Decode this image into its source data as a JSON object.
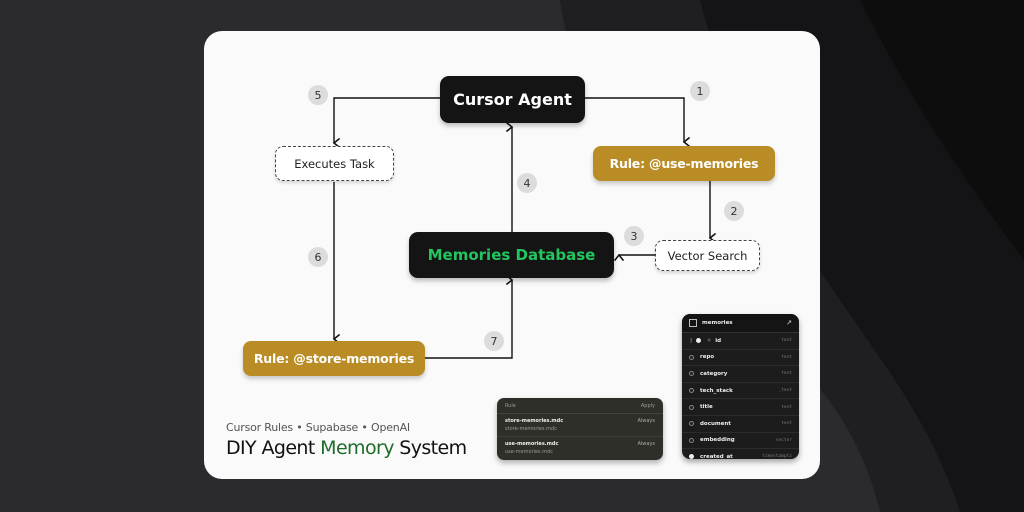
{
  "diagram": {
    "nodes": {
      "cursor_agent": "Cursor Agent",
      "executes_task": "Executes Task",
      "use_memories_rule": "Rule: @use-memories",
      "vector_search": "Vector Search",
      "memories_database": "Memories Database",
      "store_memories_rule": "Rule: @store-memories"
    },
    "steps": [
      "1",
      "2",
      "3",
      "4",
      "5",
      "6",
      "7"
    ],
    "edges": [
      {
        "step": "1",
        "from": "Cursor Agent",
        "to": "Rule: @use-memories"
      },
      {
        "step": "2",
        "from": "Rule: @use-memories",
        "to": "Vector Search"
      },
      {
        "step": "3",
        "from": "Vector Search",
        "to": "Memories Database"
      },
      {
        "step": "4",
        "from": "Memories Database",
        "to": "Cursor Agent"
      },
      {
        "step": "5",
        "from": "Cursor Agent",
        "to": "Executes Task"
      },
      {
        "step": "6",
        "from": "Executes Task",
        "to": "Rule: @store-memories"
      },
      {
        "step": "7",
        "from": "Rule: @store-memories",
        "to": "Memories Database"
      }
    ]
  },
  "footer": {
    "subtitle": "Cursor Rules • Supabase • OpenAI",
    "title_prefix": "DIY Agent ",
    "title_accent": "Memory",
    "title_suffix": " System"
  },
  "rules_panel": {
    "columns": [
      "Rule",
      "Apply"
    ],
    "rows": [
      {
        "name": "store-memories.mdc",
        "path": "store-memories.mdc",
        "apply": "Always"
      },
      {
        "name": "use-memories.mdc",
        "path": "use-memories.mdc",
        "apply": "Always"
      }
    ]
  },
  "schema_panel": {
    "table_name": "memories",
    "fields": [
      {
        "name": "id",
        "type": "text"
      },
      {
        "name": "repo",
        "type": "text"
      },
      {
        "name": "category",
        "type": "text"
      },
      {
        "name": "tech_stack",
        "type": "_text"
      },
      {
        "name": "title",
        "type": "text"
      },
      {
        "name": "document",
        "type": "text"
      },
      {
        "name": "embedding",
        "type": "vector"
      },
      {
        "name": "created_at",
        "type": "timestamptz"
      }
    ]
  },
  "colors": {
    "gold": "#b98c25",
    "db_text_green": "#22c55e",
    "title_accent_green": "#1e6b2a",
    "node_black": "#141414"
  }
}
